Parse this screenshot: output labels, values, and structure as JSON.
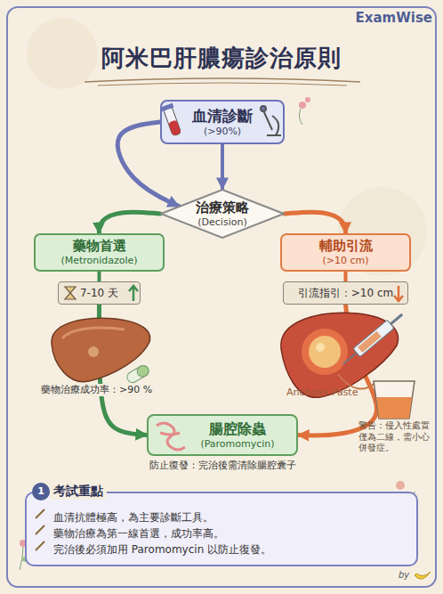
{
  "diagram": {
    "title": "阿米巴肝膿瘍診治原則",
    "nodes": [
      {
        "text": [
          "血清診斷",
          "(>90%)"
        ]
      },
      {
        "text": [
          "治療策略",
          "(Decision)"
        ]
      },
      {
        "text": [
          "藥物首選",
          "(Metronidazole)"
        ]
      },
      {
        "text": [
          "輔助引流",
          "(>10 cm)"
        ]
      },
      {
        "text": [
          "7-10 天"
        ]
      },
      {
        "text": [
          "引流指引：>10 cm"
        ]
      },
      {
        "text": [
          "腸腔除蟲",
          "(Paromomycin)"
        ]
      },
      {
        "text": [
          "考試重點",
          "血清抗體極高，為主要診斷工具。",
          "藥物治療為第一線首選，成功率高。",
          "完治後必須加用 Paromomycin 以防止復發。"
        ]
      }
    ],
    "edges": [
      {
        "from": 0,
        "to": 1,
        "arrow": "to"
      },
      {
        "from": 0,
        "to": 1,
        "arrow": "to"
      },
      {
        "from": 1,
        "to": 2,
        "arrow": "to"
      },
      {
        "from": 1,
        "to": 3,
        "arrow": "to"
      },
      {
        "from": 2,
        "to": 4,
        "arrow": "none"
      },
      {
        "from": 4,
        "to": 6,
        "arrow": "to"
      },
      {
        "from": 3,
        "to": 5,
        "arrow": "none"
      },
      {
        "from": 5,
        "to": 6,
        "arrow": "to"
      }
    ],
    "labels": [
      "ExamWise",
      "藥物治療成功率：>90 %",
      "Anchovy Paste",
      "警告：侵入性處置僅為二線，需小心併發症。",
      "防止復發：完治後需清除腸腔囊子",
      "1",
      "by"
    ]
  }
}
